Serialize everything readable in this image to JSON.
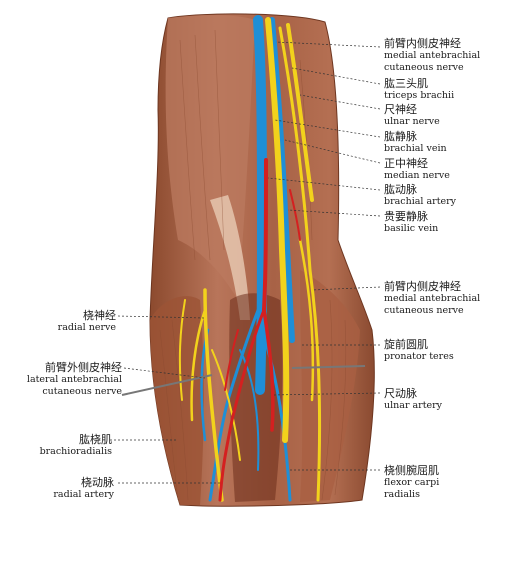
{
  "labels_right": [
    {
      "id": "mabc1",
      "zh": "前臂内侧皮神经",
      "en": [
        "medial antebrachial",
        "cutaneous nerve"
      ]
    },
    {
      "id": "triceps",
      "zh": "肱三头肌",
      "en": [
        "triceps brachii"
      ]
    },
    {
      "id": "ulnar-n",
      "zh": "尺神经",
      "en": [
        "ulnar nerve"
      ]
    },
    {
      "id": "brachial-v",
      "zh": "肱静脉",
      "en": [
        "brachial vein"
      ]
    },
    {
      "id": "median-n",
      "zh": "正中神经",
      "en": [
        "median nerve"
      ]
    },
    {
      "id": "brachial-a",
      "zh": "肱动脉",
      "en": [
        "brachial artery"
      ]
    },
    {
      "id": "basilic-v",
      "zh": "贵要静脉",
      "en": [
        "basilic vein"
      ]
    },
    {
      "id": "mabc2",
      "zh": "前臂内侧皮神经",
      "en": [
        "medial antebrachial",
        "cutaneous nerve"
      ]
    },
    {
      "id": "pronator",
      "zh": "旋前圆肌",
      "en": [
        "pronator teres"
      ]
    },
    {
      "id": "ulnar-a",
      "zh": "尺动脉",
      "en": [
        "ulnar artery"
      ]
    },
    {
      "id": "fcr",
      "zh": "桡侧腕屈肌",
      "en": [
        "flexor carpi",
        "radialis"
      ]
    }
  ],
  "labels_left": [
    {
      "id": "radial-n",
      "zh": "桡神经",
      "en": [
        "radial nerve"
      ]
    },
    {
      "id": "labc",
      "zh": "前臂外侧皮神经",
      "en": [
        "lateral antebrachial",
        "cutaneous nerve"
      ]
    },
    {
      "id": "brachiorad",
      "zh": "肱桡肌",
      "en": [
        "brachioradialis"
      ]
    },
    {
      "id": "radial-a",
      "zh": "桡动脉",
      "en": [
        "radial artery"
      ]
    }
  ],
  "colors": {
    "muscle": "#b06a4a",
    "muscle_dark": "#7a3f26",
    "nerve": "#f2d21c",
    "vein": "#1f8fd6",
    "artery": "#d42020",
    "leader": "#333333"
  }
}
